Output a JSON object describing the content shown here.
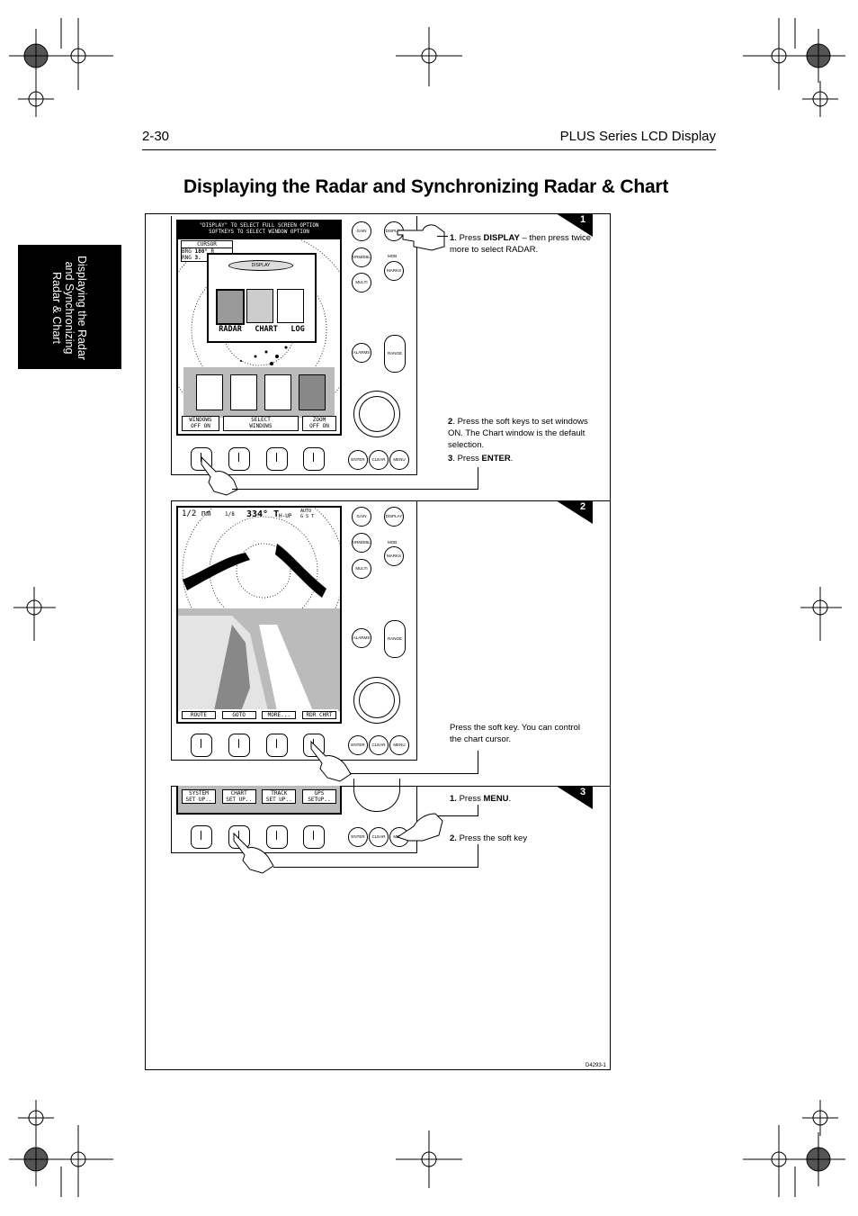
{
  "header": {
    "page_number": "2-30",
    "doc_title": "PLUS Series LCD Display"
  },
  "main_title": "Displaying the Radar and Synchronizing Radar & Chart",
  "side_tab": {
    "line1": "Displaying the Radar",
    "line2": "and Synchronizing",
    "line3": "Radar & Chart"
  },
  "steps": [
    {
      "number": "1",
      "note_a_num": "1",
      "note_a_pre": ". Press ",
      "note_a_key": "DISPLAY",
      "note_a_post": " – then press twice more to select RADAR.",
      "note_b_num": "2",
      "note_b_text": ". Press the soft keys to set windows ON. The Chart window is the default selection.",
      "note_c_num": "3",
      "note_c_pre": ". Press ",
      "note_c_key": "ENTER",
      "note_c_post": ".",
      "screen": {
        "banner1": "\"DISPLAY\" TO SELECT FULL SCREEN OPTION",
        "banner2": "SOFTKEYS TO SELECT WINDOW OPTION",
        "cursor_label": "CURSOR",
        "brg_label": "BRG",
        "brg_value": "180°",
        "brg_unit": "R",
        "rng_label": "RNG",
        "rng_value": "3.",
        "popup_button": "DISPLAY",
        "mode_labels": [
          "RADAR",
          "CHART",
          "LOG"
        ],
        "softkeys": [
          {
            "line1": "WINDOWS",
            "line2": "OFF  ON"
          },
          {
            "line1": "SELECT",
            "line2": "WINDOWS"
          },
          {
            "line1": "ZOOM",
            "line2": "OFF  ON"
          }
        ]
      }
    },
    {
      "number": "2",
      "note_text": "Press the soft key. You can control the chart cursor.",
      "screen": {
        "range": "1/2 nm",
        "rings": "1/8",
        "heading": "334° T",
        "mode": "H-UP",
        "auto_label": "AUTO",
        "gst_label": "G S T",
        "softkeys": [
          "ROUTE",
          "GOTO",
          "MORE...",
          "RDR CHRT"
        ]
      }
    },
    {
      "number": "3",
      "note_a_num": "1.",
      "note_a_pre": " Press ",
      "note_a_key": "MENU",
      "note_a_post": ".",
      "note_b_num": "2.",
      "note_b_text": " Press the soft key",
      "screen": {
        "softkeys": [
          {
            "line1": "SYSTEM",
            "line2": "SET UP.."
          },
          {
            "line1": "CHART",
            "line2": "SET UP.."
          },
          {
            "line1": "TRACK",
            "line2": "SET UP.."
          },
          {
            "line1": "GPS",
            "line2": "SETUP.."
          }
        ]
      }
    }
  ],
  "buttons": {
    "gain": "GAIN",
    "display": "DISPLAY",
    "vrm_ebl": "VRM/EBL",
    "mob": "MOB",
    "marks": "MARKS",
    "multi": "MULTI",
    "alarms": "ALARMS",
    "range": "RANGE",
    "enter": "ENTER",
    "clear": "CLEAR",
    "menu": "MENU"
  },
  "figure_code": "D4293-1"
}
